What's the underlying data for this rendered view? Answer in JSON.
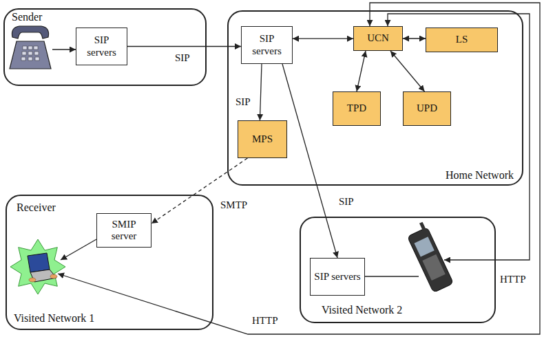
{
  "diagram": {
    "nodes": [
      {
        "text": [
          "Sender"
        ]
      },
      {
        "text": [
          "SIP servers"
        ],
        "in": 0
      },
      {
        "text": [
          "Home Network"
        ]
      },
      {
        "text": [
          "SIP servers"
        ],
        "in": 2
      },
      {
        "text": [
          "UCN"
        ],
        "in": 2
      },
      {
        "text": [
          "LS"
        ],
        "in": 2
      },
      {
        "text": [
          "TPD"
        ],
        "in": 2
      },
      {
        "text": [
          "UPD"
        ],
        "in": 2
      },
      {
        "text": [
          "MPS"
        ],
        "in": 2
      },
      {
        "text": [
          "Receiver",
          "Visited Network 1"
        ]
      },
      {
        "text": [
          "SMIP server"
        ],
        "in": 9
      },
      {
        "text": [
          "Visited Network 2"
        ]
      },
      {
        "text": [
          "SIP servers"
        ],
        "in": 11
      }
    ],
    "edges": [
      {
        "from": 1,
        "to": 3,
        "arrow": "to",
        "label": "SIP"
      },
      {
        "from": 3,
        "to": 4,
        "arrow": "both"
      },
      {
        "from": 4,
        "to": 5,
        "arrow": "both"
      },
      {
        "from": 4,
        "to": 6,
        "arrow": "both"
      },
      {
        "from": 4,
        "to": 7,
        "arrow": "both"
      },
      {
        "from": 3,
        "to": 8,
        "arrow": "to",
        "label": "SIP"
      },
      {
        "from": 3,
        "to": 12,
        "arrow": "to",
        "label": "SIP"
      },
      {
        "from": 8,
        "to": 10,
        "arrow": "to",
        "label": "SMTP"
      }
    ],
    "labels": [
      "HTTP",
      "HTTP"
    ]
  }
}
